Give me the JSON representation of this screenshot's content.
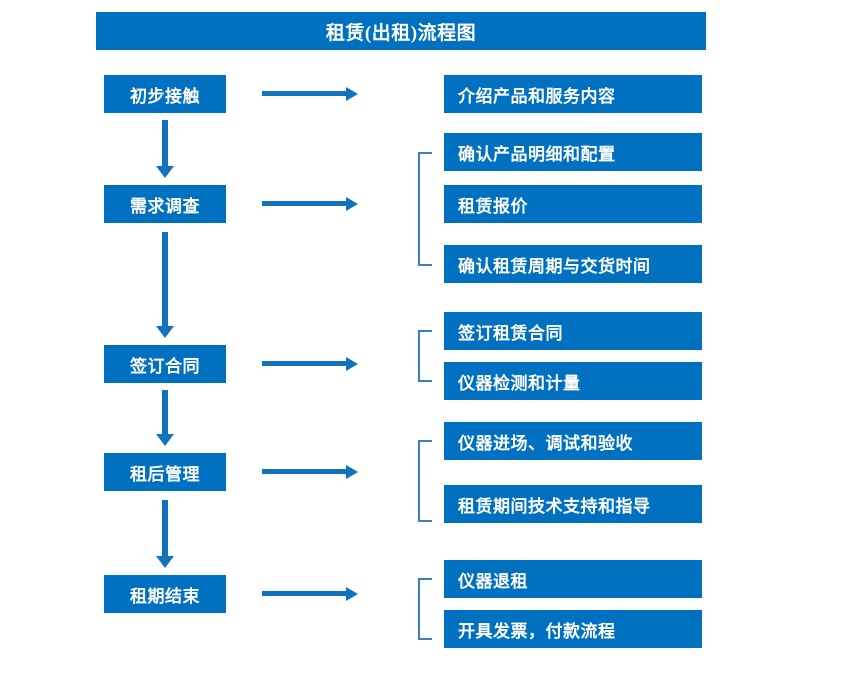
{
  "diagram": {
    "title": "租赁(出租)流程图",
    "accent_color": "#0070c0",
    "arrow_color": "#1173bd",
    "bracket_color": "#3d7ebd",
    "text_color": "#ffffff",
    "background_color": "#ffffff"
  },
  "stages": [
    {
      "label": "初步接触"
    },
    {
      "label": "需求调查"
    },
    {
      "label": "签订合同"
    },
    {
      "label": "租后管理"
    },
    {
      "label": "租期结束"
    }
  ],
  "details": [
    {
      "label": "介绍产品和服务内容"
    },
    {
      "label": "确认产品明细和配置"
    },
    {
      "label": "租赁报价"
    },
    {
      "label": "确认租赁周期与交货时间"
    },
    {
      "label": "签订租赁合同"
    },
    {
      "label": "仪器检测和计量"
    },
    {
      "label": "仪器进场、调试和验收"
    },
    {
      "label": "租赁期间技术支持和指导"
    },
    {
      "label": "仪器退租"
    },
    {
      "label": "开具发票，付款流程"
    }
  ],
  "chart_data": {
    "type": "diagram",
    "title": "租赁(出租)流程图",
    "flow": [
      {
        "stage": "初步接触",
        "outputs": [
          "介绍产品和服务内容"
        ]
      },
      {
        "stage": "需求调查",
        "outputs": [
          "确认产品明细和配置",
          "租赁报价",
          "确认租赁周期与交货时间"
        ]
      },
      {
        "stage": "签订合同",
        "outputs": [
          "签订租赁合同",
          "仪器检测和计量"
        ]
      },
      {
        "stage": "租后管理",
        "outputs": [
          "仪器进场、调试和验收",
          "租赁期间技术支持和指导"
        ]
      },
      {
        "stage": "租期结束",
        "outputs": [
          "仪器退租",
          "开具发票，付款流程"
        ]
      }
    ]
  }
}
